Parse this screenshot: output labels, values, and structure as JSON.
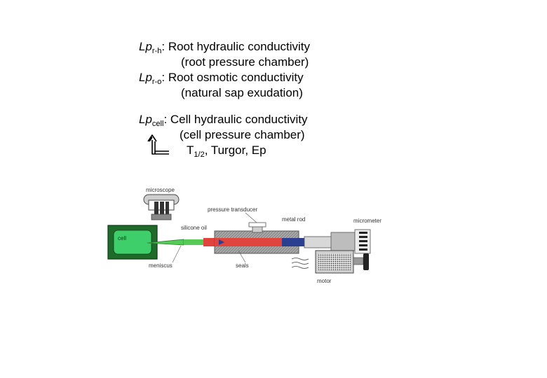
{
  "definitions": {
    "lpr_h": {
      "symbol": "Lp",
      "subscript": "r-h",
      "text": ": Root hydraulic conductivity",
      "detail": "(root pressure chamber)"
    },
    "lpr_o": {
      "symbol": "Lp",
      "subscript": "r-o",
      "text": ": Root osmotic conductivity",
      "detail": "(natural sap exudation)"
    },
    "lp_cell": {
      "symbol": "Lp",
      "subscript": "cell",
      "text": ": Cell hydraulic conductivity",
      "detail": "(cell pressure chamber)"
    },
    "derived": {
      "t": "T",
      "t_sub": "1/2",
      "rest": ",   Turgor, Ep"
    }
  },
  "diagram": {
    "labels": {
      "microscope": "microscope",
      "pressure_transducer": "pressure transducer",
      "metal_rod": "metal rod",
      "micrometer": "micrometer",
      "silicone_oil": "silicone oil",
      "cell": "cell",
      "meniscus": "meniscus",
      "seals": "seals",
      "motor": "motor"
    },
    "colors": {
      "cell_border": "#1f6b2a",
      "cell_fill": "#3fcf6a",
      "capillary": "#55cc55",
      "oil": "#e0443f",
      "rod": "#2a3f8f",
      "metal": "#9a9a9a"
    }
  }
}
